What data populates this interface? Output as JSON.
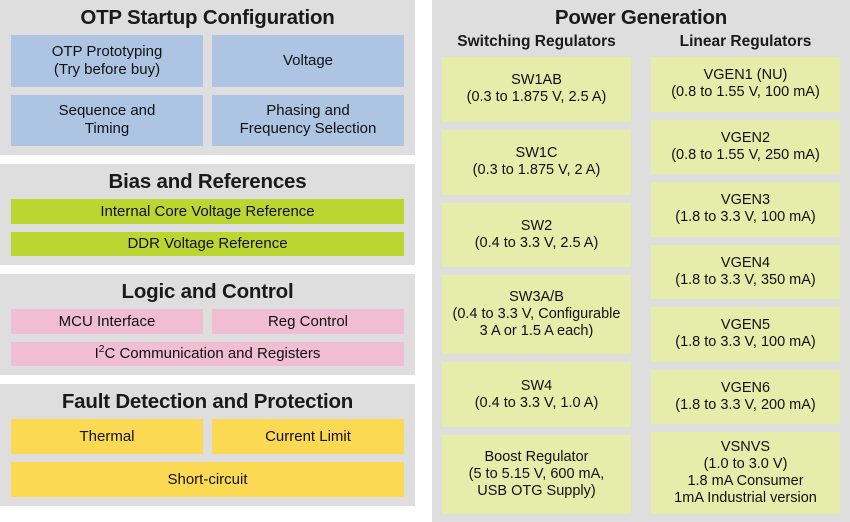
{
  "left": {
    "sections": [
      {
        "title": "OTP Startup Configuration",
        "color": "#aec4e3",
        "rows": [
          [
            {
              "lines": [
                "OTP Prototyping",
                "(Try before buy)"
              ]
            },
            {
              "lines": [
                "Voltage"
              ]
            }
          ],
          [
            {
              "lines": [
                "Sequence and",
                "Timing"
              ]
            },
            {
              "lines": [
                "Phasing and",
                "Frequency Selection"
              ]
            }
          ]
        ]
      },
      {
        "title": "Bias and References",
        "color": "#bcd631",
        "rows": [
          [
            {
              "lines": [
                "Internal Core Voltage Reference"
              ]
            }
          ],
          [
            {
              "lines": [
                "DDR Voltage Reference"
              ]
            }
          ]
        ]
      },
      {
        "title": "Logic and Control",
        "color": "#f0bdd2",
        "rows": [
          [
            {
              "lines": [
                "MCU Interface"
              ]
            },
            {
              "lines": [
                "Reg Control"
              ]
            }
          ],
          [
            {
              "lines": [
                "I²C Communication and Registers"
              ],
              "html": "I<sup>2</sup>C Communication and Registers"
            }
          ]
        ]
      },
      {
        "title": "Fault Detection and Protection",
        "color": "#fcd952",
        "rows": [
          [
            {
              "lines": [
                "Thermal"
              ]
            },
            {
              "lines": [
                "Current Limit"
              ]
            }
          ],
          [
            {
              "lines": [
                "Short-circuit"
              ]
            }
          ]
        ]
      }
    ]
  },
  "right": {
    "title": "Power Generation",
    "color": "#e4eeaa",
    "columns": [
      {
        "heading": "Switching Regulators",
        "items": [
          {
            "name": "SW1AB",
            "spec": [
              "(0.3 to 1.875 V, 2.5 A)"
            ],
            "weight": 1.0
          },
          {
            "name": "SW1C",
            "spec": [
              "(0.3 to 1.875 V, 2 A)"
            ],
            "weight": 1.0
          },
          {
            "name": "SW2",
            "spec": [
              "(0.4 to 3.3 V, 2.5 A)"
            ],
            "weight": 1.0
          },
          {
            "name": "SW3A/B",
            "spec": [
              "(0.4 to 3.3 V, Configurable",
              "3 A or 1.5 A each)"
            ],
            "weight": 1.22
          },
          {
            "name": "SW4",
            "spec": [
              "(0.4 to 3.3 V, 1.0 A)"
            ],
            "weight": 1.0
          },
          {
            "name": "Boost Regulator",
            "spec": [
              "(5 to 5.15 V, 600 mA,",
              "USB OTG Supply)"
            ],
            "weight": 1.22
          }
        ]
      },
      {
        "heading": "Linear Regulators",
        "items": [
          {
            "name": "VGEN1 (NU)",
            "spec": [
              "(0.8 to 1.55 V, 100 mA)"
            ],
            "weight": 1.0
          },
          {
            "name": "VGEN2",
            "spec": [
              "(0.8 to 1.55 V, 250 mA)"
            ],
            "weight": 1.0
          },
          {
            "name": "VGEN3",
            "spec": [
              "(1.8 to 3.3 V, 100 mA)"
            ],
            "weight": 1.0
          },
          {
            "name": "VGEN4",
            "spec": [
              "(1.8 to 3.3 V, 350 mA)"
            ],
            "weight": 1.0
          },
          {
            "name": "VGEN5",
            "spec": [
              "(1.8 to 3.3 V, 100 mA)"
            ],
            "weight": 1.0
          },
          {
            "name": "VGEN6",
            "spec": [
              "(1.8 to 3.3 V, 200 mA)"
            ],
            "weight": 1.0
          },
          {
            "name": "VSNVS",
            "spec": [
              "(1.0 to 3.0 V)",
              "1.8 mA Consumer",
              "1mA Industrial version"
            ],
            "weight": 1.5
          }
        ]
      }
    ]
  },
  "colors": {
    "panel_background": "#dededf",
    "page_background": "#ffffff",
    "otp_box": "#aec4e3",
    "bias_box": "#bcd631",
    "logic_box": "#f0bdd2",
    "fault_box": "#fcd952",
    "power_box": "#e4eeaa",
    "text": "#111111"
  }
}
